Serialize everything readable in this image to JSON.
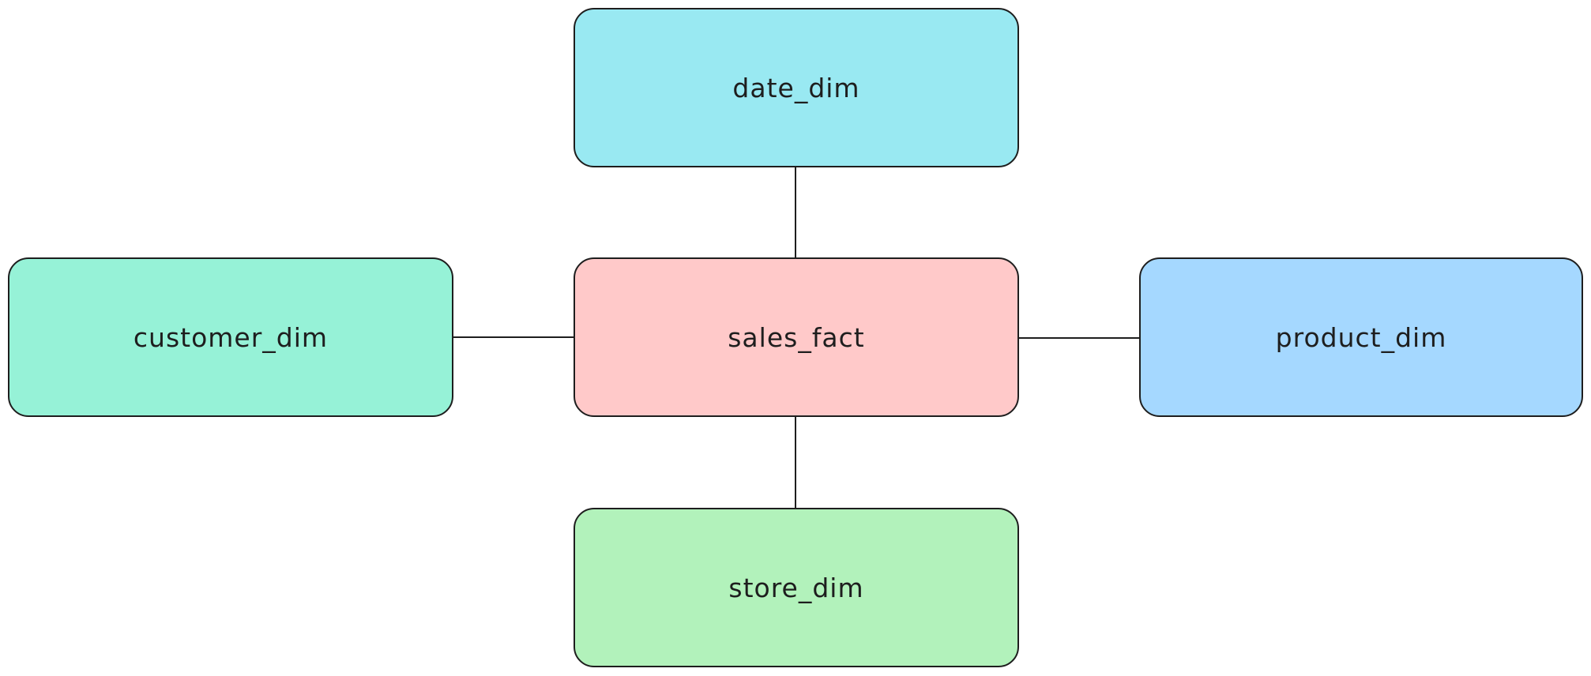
{
  "diagram": {
    "nodes": {
      "date_dim": {
        "label": "date_dim",
        "color": "#99e9f2"
      },
      "sales_fact": {
        "label": "sales_fact",
        "color": "#ffc9c9"
      },
      "customer_dim": {
        "label": "customer_dim",
        "color": "#96f2d7"
      },
      "product_dim": {
        "label": "product_dim",
        "color": "#a5d8ff"
      },
      "store_dim": {
        "label": "store_dim",
        "color": "#b2f2bb"
      }
    },
    "edges": [
      {
        "from": "sales_fact",
        "to": "date_dim"
      },
      {
        "from": "sales_fact",
        "to": "customer_dim"
      },
      {
        "from": "sales_fact",
        "to": "product_dim"
      },
      {
        "from": "sales_fact",
        "to": "store_dim"
      }
    ],
    "stroke_color": "#1e1e1e"
  }
}
